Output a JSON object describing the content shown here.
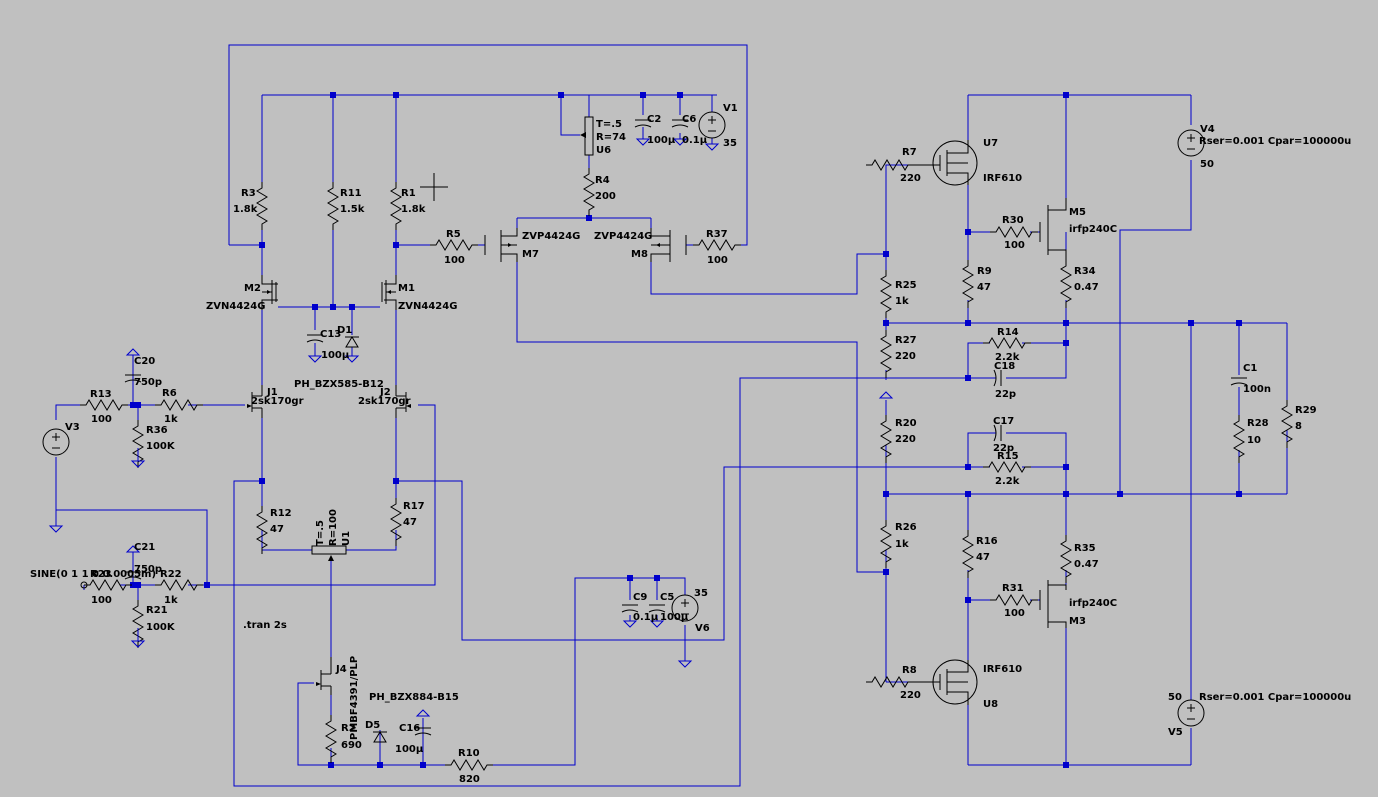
{
  "colors": {
    "background": "#c0c0c0",
    "wire": "#0000cc",
    "part": "#000000"
  },
  "labels": {
    "R3": "R3",
    "R3v": "1.8k",
    "R11": "R11",
    "R11v": "1.5k",
    "R1": "R1",
    "R1v": "1.8k",
    "R5": "R5",
    "R5v": "100",
    "R4": "R4",
    "R4v": "200",
    "U6t": "T=.5",
    "U6r": "R=74",
    "U6": "U6",
    "C2": "C2",
    "C2v": "100µ",
    "C6": "C6",
    "C6v": "0.1µ",
    "V1": "V1",
    "V1v": "35",
    "M7m": "ZVP4424G",
    "M7": "M7",
    "M8m": "ZVP4424G",
    "M8": "M8",
    "R37": "R37",
    "R37v": "100",
    "M2": "M2",
    "M2m": "ZVN4424G",
    "M1": "M1",
    "M1m": "ZVN4424G",
    "C13": "C13",
    "C13v": "100µ",
    "D1": "D1",
    "D1m": "PH_BZX585-B12",
    "C20": "C20",
    "C20v": "750p",
    "R13": "R13",
    "R13v": "100",
    "R6": "R6",
    "R6v": "1k",
    "R36": "R36",
    "R36v": "100K",
    "V3": "V3",
    "J1": "J1",
    "J1m": "2sk170gr",
    "J2": "J2",
    "J2m": "2sk170gr",
    "R12": "R12",
    "R12v": "47",
    "R17": "R17",
    "R17v": "47",
    "U1t": "T=.5",
    "U1r": "R=100",
    "U1": "U1",
    "C21": "C21",
    "C21v": "750p",
    "R23src": "SINE(0 1 1 0 0.0005m)",
    "R23": "R23",
    "R23v": "100",
    "R22": "R22",
    "R22v": "1k",
    "R21": "R21",
    "R21v": "100K",
    "tran": ".tran 2s",
    "J4": "J4",
    "J4m": "PMBF4391/PLP",
    "D5": "D5",
    "D5m": "PH_BZX884-B15",
    "R2": "R2",
    "R2v": "690",
    "C16": "C16",
    "C16v": "100µ",
    "R10": "R10",
    "R10v": "820",
    "C9": "C9",
    "C9v": "0.1µ",
    "C5": "C5",
    "C5v": "100µ",
    "V6": "V6",
    "V6v": "35",
    "R7": "R7",
    "R7v": "220",
    "U7": "U7",
    "U7m": "IRF610",
    "R30": "R30",
    "R30v": "100",
    "M5": "M5",
    "M5m": "irfp240C",
    "V4": "V4",
    "V4p": "Rser=0.001 Cpar=100000u",
    "V4v": "50",
    "R9": "R9",
    "R9v": "47",
    "R34": "R34",
    "R34v": "0.47",
    "R25": "R25",
    "R25v": "1k",
    "R27": "R27",
    "R27v": "220",
    "R14": "R14",
    "R14v": "2.2k",
    "C18": "C18",
    "C18v": "22p",
    "C1": "C1",
    "C1v": "100n",
    "R29": "R29",
    "R29v": "8",
    "R28": "R28",
    "R28v": "10",
    "R20": "R20",
    "R20v": "220",
    "C17": "C17",
    "C17v": "22p",
    "R15": "R15",
    "R15v": "2.2k",
    "R26": "R26",
    "R26v": "1k",
    "R16": "R16",
    "R16v": "47",
    "R35": "R35",
    "R35v": "0.47",
    "R31": "R31",
    "R31v": "100",
    "M3": "M3",
    "M3m": "irfp240C",
    "R8": "R8",
    "R8v": "220",
    "U8": "U8",
    "U8m": "IRF610",
    "V5": "V5",
    "V5p": "Rser=0.001 Cpar=100000u",
    "V5v": "50"
  }
}
